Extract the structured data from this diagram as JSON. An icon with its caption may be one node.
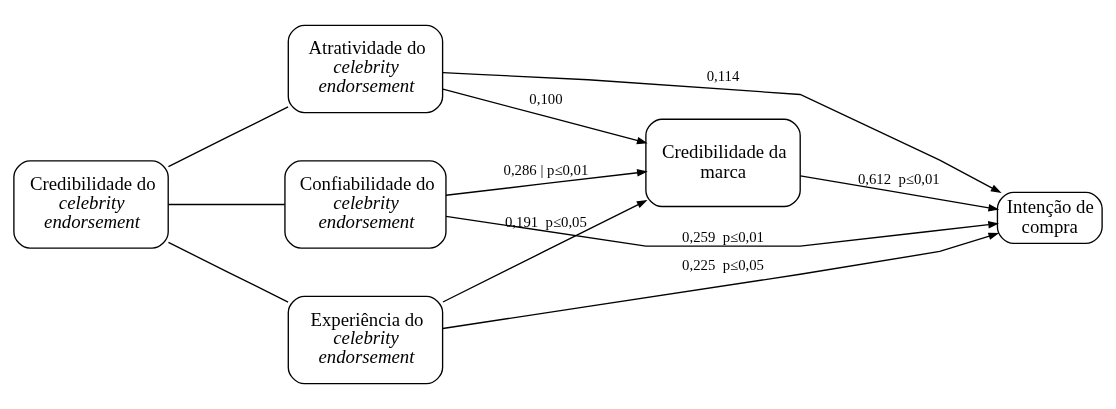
{
  "diagram": {
    "nodes": [
      {
        "text": [
          "Credibilidade do *celebrity endorsement*"
        ]
      },
      {
        "text": [
          "Atratividade do *celebrity endorsement*"
        ]
      },
      {
        "text": [
          "Confiabilidade do *celebrity endorsement*"
        ]
      },
      {
        "text": [
          "Experiência do *celebrity endorsement*"
        ]
      },
      {
        "text": [
          "Credibilidade da marca"
        ]
      },
      {
        "text": [
          "Intenção de compra"
        ]
      }
    ],
    "edges": [
      {
        "from": 0,
        "to": 1,
        "arrow": "none"
      },
      {
        "from": 0,
        "to": 2,
        "arrow": "none"
      },
      {
        "from": 0,
        "to": 3,
        "arrow": "none"
      },
      {
        "from": 1,
        "to": 4,
        "arrow": "to",
        "label": "0,100"
      },
      {
        "from": 2,
        "to": 4,
        "arrow": "to",
        "label": "0,286 | p≤0,01"
      },
      {
        "from": 3,
        "to": 4,
        "arrow": "to",
        "label": "0,191  p≤0,05"
      },
      {
        "from": 4,
        "to": 5,
        "arrow": "to",
        "label": "0,612  p≤0,01"
      },
      {
        "from": 1,
        "to": 5,
        "arrow": "to",
        "label": "0,114"
      },
      {
        "from": 2,
        "to": 5,
        "arrow": "to",
        "label": "0,259  p≤0,01"
      },
      {
        "from": 3,
        "to": 5,
        "arrow": "to",
        "label": "0,225  p≤0,05"
      }
    ]
  }
}
